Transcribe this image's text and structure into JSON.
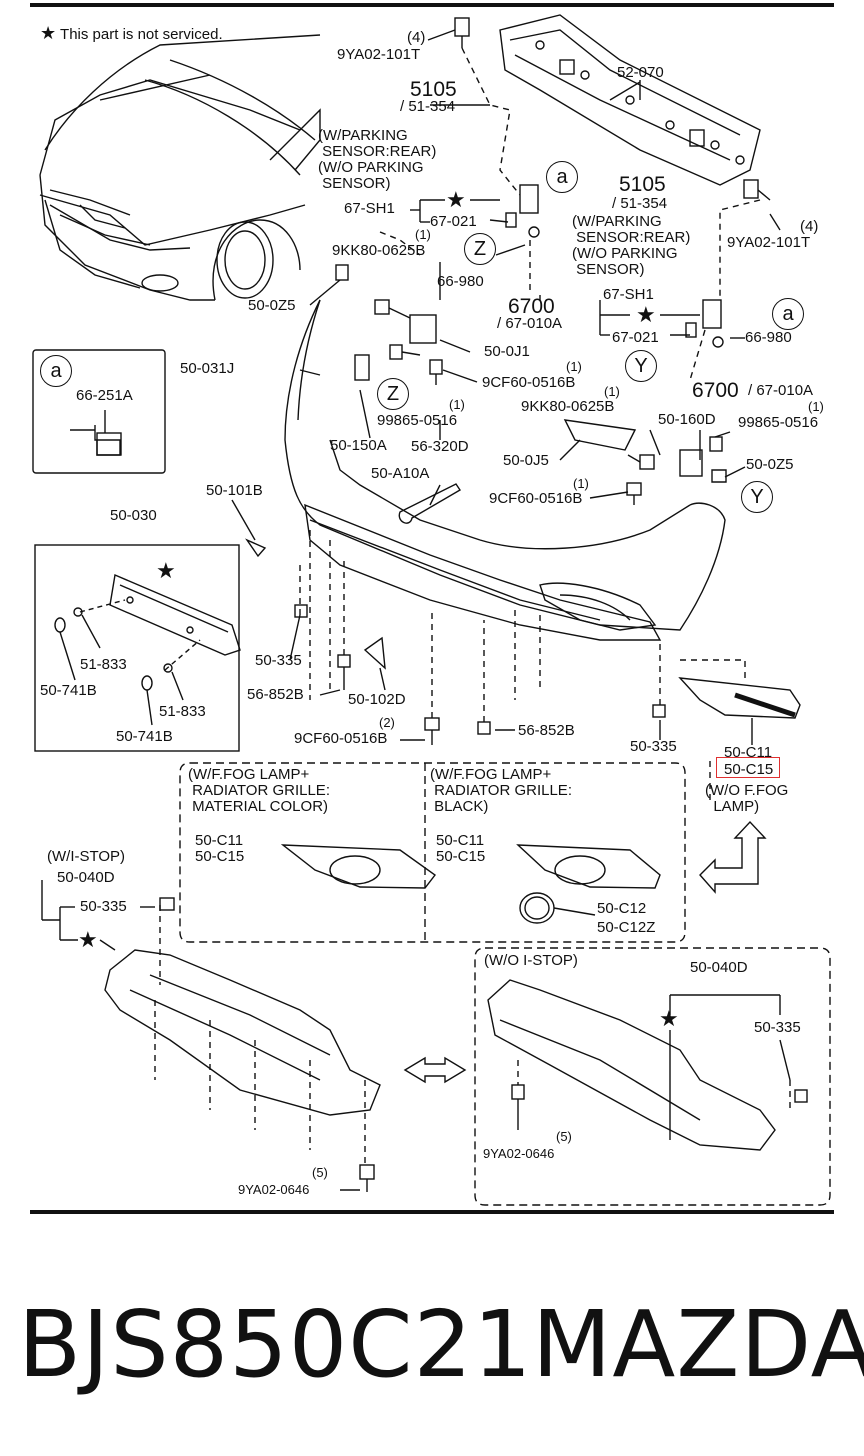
{
  "note": "This part is not serviced.",
  "labels": {
    "qty_4a": "(4)",
    "bolt_101t_a": "9YA02-101T",
    "cf_5105_a": "5105",
    "cf_51354_a": "/ 51-354",
    "p52070": "52-070",
    "note_sensor_a": "(W/PARKING\n SENSOR:REAR)\n(W/O PARKING\n SENSOR)",
    "p67sh1_a": "67-SH1",
    "p67021_a": "67-021",
    "qty_1_a": "(1)",
    "p9kk80_a": "9KK80-0625B",
    "p66980_a": "66-980",
    "cf_6700_a": "6700",
    "cf_67010_a": "/ 67-010A",
    "p50z5_a": "50-0Z5",
    "p50031j": "50-031J",
    "p50j1": "50-0J1",
    "qty_1_b": "(1)",
    "p9cf60_a": "9CF60-0516B",
    "cf_5105_b": "5105",
    "cf_51354_b": "/ 51-354",
    "note_sensor_b": "(W/PARKING\n SENSOR:REAR)\n(W/O PARKING\n SENSOR)",
    "qty_4b": "(4)",
    "bolt_101t_b": "9YA02-101T",
    "p67sh1_b": "67-SH1",
    "p67021_b": "67-021",
    "p66980_b": "66-980",
    "cf_6700_b": "6700",
    "cf_67010_b": "/ 67-010A",
    "qty_1_c": "(1)",
    "p9kk80_b": "9KK80-0625B",
    "p50160d": "50-160D",
    "qty_1_d": "(1)",
    "p99865_b": "99865-0516",
    "p50z5_b": "50-0Z5",
    "qty_1_e": "(1)",
    "p99865_a": "99865-0516",
    "p50150a": "50-150A",
    "p56320d": "56-320D",
    "p50a10a": "50-A10A",
    "p50j5": "50-0J5",
    "qty_1_f": "(1)",
    "p9cf60_b": "9CF60-0516B",
    "p66251a": "66-251A",
    "p50101b": "50-101B",
    "p50030": "50-030",
    "p51833_a": "51-833",
    "p50741b_a": "50-741B",
    "p51833_b": "51-833",
    "p50741b_b": "50-741B",
    "p50335_a": "50-335",
    "p56852b_a": "56-852B",
    "p50102d": "50-102D",
    "qty_2": "(2)",
    "p9cf60_c": "9CF60-0516B",
    "p56852b_b": "56-852B",
    "p50335_b": "50-335",
    "p50c11_a": "50-C11",
    "p50c15_a": "50-C15",
    "note_wofog": "(W/O F.FOG\n  LAMP)",
    "box1_note": "(W/F.FOG LAMP+\n RADIATOR GRILLE:\n MATERIAL COLOR)",
    "box1_parts": "50-C11\n50-C15",
    "box2_note": "(W/F.FOG LAMP+\n RADIATOR GRILLE:\n BLACK)",
    "box2_parts": "50-C11\n50-C15",
    "p50c12": "50-C12",
    "p50c12z": "50-C12Z",
    "note_istop": "(W/I-STOP)",
    "p50040d_a": "50-040D",
    "p50335_c": "50-335",
    "qty_5a": "(5)",
    "p9ya0646_a": "9YA02-0646",
    "note_noistop": "(W/O I-STOP)",
    "p50040d_b": "50-040D",
    "p50335_d": "50-335",
    "qty_5b": "(5)",
    "p9ya0646_b": "9YA02-0646",
    "circle_a": "a",
    "circle_z": "Z",
    "circle_y": "Y"
  },
  "footer": {
    "part_number": "BJS850C21",
    "brand": "MAZDA"
  },
  "highlight_color": "#e03030"
}
